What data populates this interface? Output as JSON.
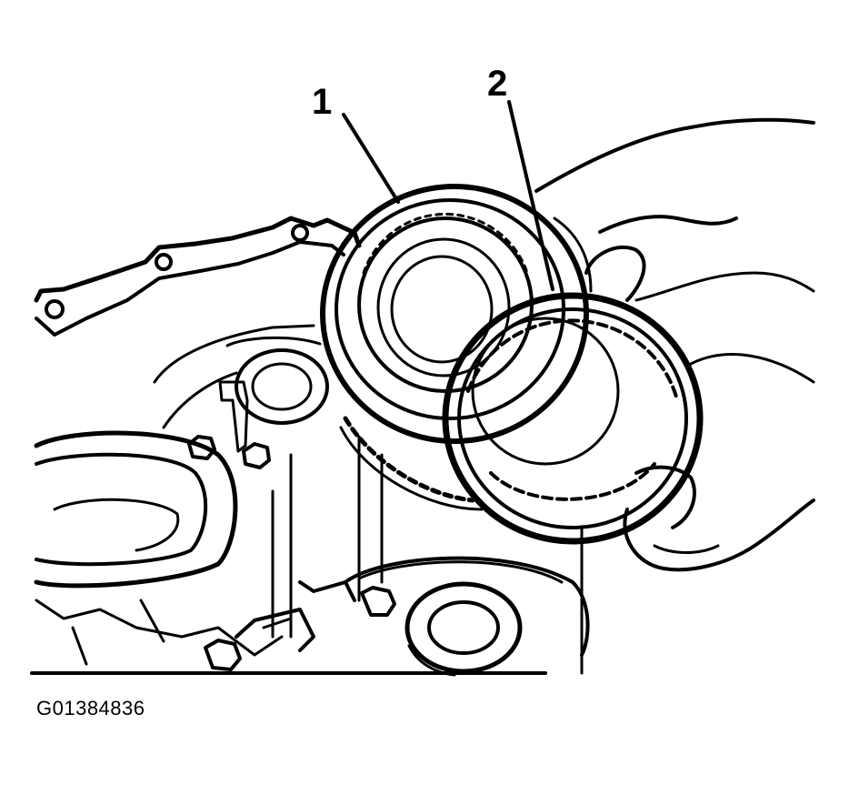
{
  "figure": {
    "callouts": [
      {
        "id": "1"
      },
      {
        "id": "2"
      }
    ],
    "figure_id": "G01384836"
  }
}
